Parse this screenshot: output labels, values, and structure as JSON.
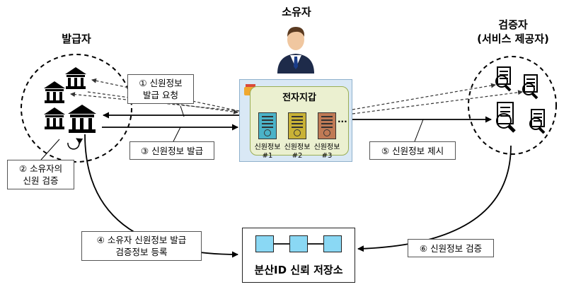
{
  "owner": {
    "label": "소유자",
    "icon": "person-avatar-icon"
  },
  "issuer": {
    "label": "발급자",
    "icon": "bank-building-icon"
  },
  "verifier": {
    "label_line1": "검증자",
    "label_line2": "(서비스 제공자)",
    "icon": "magnifier-document-icon"
  },
  "wallet": {
    "title": "전자지갑",
    "more": "···",
    "credentials": [
      {
        "line1": "신원정보",
        "line2": "#1",
        "color": "#4bb3c8"
      },
      {
        "line1": "신원정보",
        "line2": "#2",
        "color": "#c9b236"
      },
      {
        "line1": "신원정보",
        "line2": "#3",
        "color": "#c07a55"
      }
    ]
  },
  "steps": {
    "s1": {
      "line1": "① 신원정보",
      "line2": "발급 요청"
    },
    "s2": {
      "line1": "② 소유자의",
      "line2": "신원 검증"
    },
    "s3": {
      "text": "③ 신원정보 발급"
    },
    "s4": {
      "line1": "④ 소유자 신원정보 발급",
      "line2": "검증정보 등록"
    },
    "s5": {
      "text": "⑤ 신원정보 제시"
    },
    "s6": {
      "text": "⑥ 신원정보 검증"
    }
  },
  "registry": {
    "label": "분산ID 신뢰 저장소",
    "block_color": "#8ad8f4"
  }
}
